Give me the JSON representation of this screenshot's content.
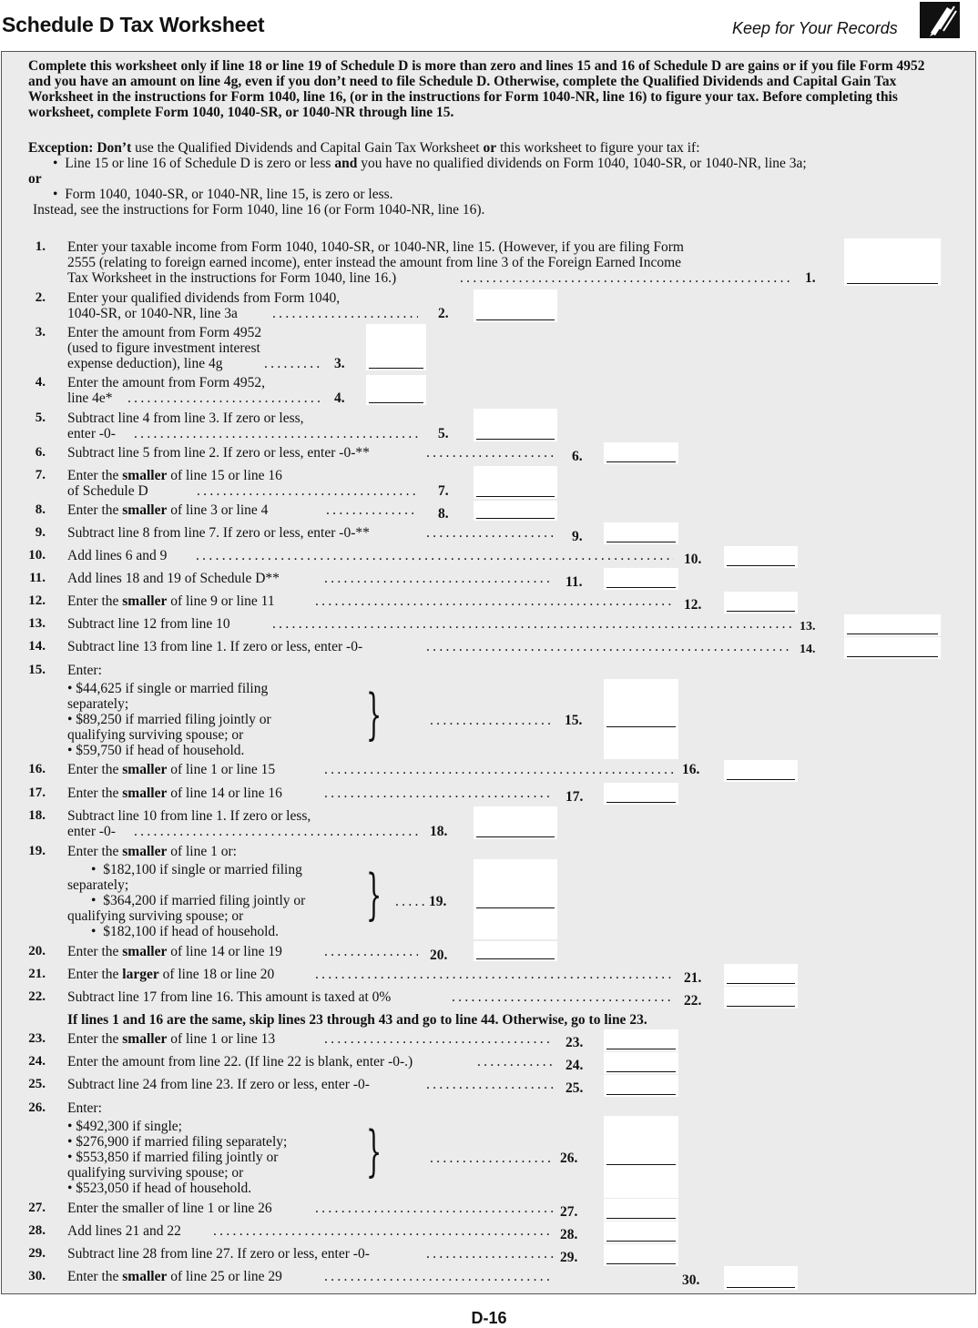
{
  "header": {
    "title": "Schedule D Tax Worksheet",
    "keep": "Keep for Your Records",
    "icon": "pencil-icon"
  },
  "intro": {
    "paragraph": "Complete this worksheet only if line 18 or line 19 of Schedule D is more than zero and lines 15 and 16 of Schedule D are gains or if you file Form 4952 and you have an amount on line 4g, even if you don’t need to file Schedule D. Otherwise, complete the Qualified Dividends and Capital Gain Tax Worksheet in the instructions for Form 1040, line 16, (or in the instructions for Form 1040-NR, line 16) to figure your tax. Before completing this worksheet, complete Form 1040, 1040-SR, or 1040-NR through line 15.",
    "exception_bold": "Exception: Don’t",
    "exception_text_1": " use the Qualified Dividends and Capital Gain Tax Worksheet ",
    "exception_or": "or",
    "exception_text_2": " this worksheet to figure your tax if:",
    "bullet1_a": "Line 15 or line 16 of Schedule D is zero or less ",
    "bullet1_and": "and",
    "bullet1_b": " you have no qualified dividends on Form 1040, 1040-SR, or 1040-NR, line 3a;",
    "or_label": "or",
    "bullet2": "Form 1040, 1040-SR, or 1040-NR, line 15, is zero or less.",
    "instead": "Instead, see the instructions for Form 1040, line 16 (or Form 1040-NR, line 16)."
  },
  "lines": {
    "l1": {
      "num": "1.",
      "t1": "Enter your taxable income from Form 1040, 1040-SR, or 1040-NR, line 15. (However, if you are filing Form",
      "t2": "2555 (relating to foreign earned income), enter instead the amount from line 3 of the Foreign Earned Income",
      "t3": "Tax Worksheet in the instructions for Form 1040, line 16.)",
      "lbl": "1."
    },
    "l2": {
      "num": "2.",
      "t1": "Enter your qualified dividends from Form 1040,",
      "t2": "1040-SR, or 1040-NR, line 3a",
      "lbl": "2."
    },
    "l3": {
      "num": "3.",
      "t1": "Enter the amount from Form 4952",
      "t2": "(used to figure investment interest",
      "t3": "expense deduction), line 4g",
      "lbl": "3."
    },
    "l4": {
      "num": "4.",
      "t1": "Enter the amount from Form 4952,",
      "t2": "line 4e*",
      "lbl": "4."
    },
    "l5": {
      "num": "5.",
      "t1": "Subtract line 4 from line 3. If zero or less,",
      "t2": "enter -0-",
      "lbl": "5."
    },
    "l6": {
      "num": "6.",
      "t1": "Subtract line 5 from line 2. If zero or less, enter -0-**",
      "lbl": "6."
    },
    "l7": {
      "num": "7.",
      "pre": "Enter the ",
      "bold": "smaller",
      "post": " of line 15 or line 16",
      "t2": "of Schedule D",
      "lbl": "7."
    },
    "l8": {
      "num": "8.",
      "pre": "Enter the ",
      "bold": "smaller",
      "post": " of line 3 or line 4",
      "lbl": "8."
    },
    "l9": {
      "num": "9.",
      "t1": "Subtract line 8 from line 7. If zero or less, enter -0-**",
      "lbl": "9."
    },
    "l10": {
      "num": "10.",
      "t1": "Add lines 6 and 9",
      "lbl": "10."
    },
    "l11": {
      "num": "11.",
      "t1": "Add lines 18 and 19 of Schedule D**",
      "lbl": "11."
    },
    "l12": {
      "num": "12.",
      "pre": "Enter the ",
      "bold": "smaller",
      "post": " of line 9 or line 11",
      "lbl": "12."
    },
    "l13": {
      "num": "13.",
      "t1": "Subtract line 12 from line 10",
      "lbl": "13."
    },
    "l14": {
      "num": "14.",
      "t1": "Subtract line 13 from line 1. If zero or less, enter -0-",
      "lbl": "14."
    },
    "l15": {
      "num": "15.",
      "t1": "Enter:",
      "b1": "• $44,625 if single or married filing",
      "b1b": "separately;",
      "b2": "• $89,250 if married filing jointly or",
      "b2b": "qualifying surviving spouse; or",
      "b3": "• $59,750 if head of household.",
      "lbl": "15."
    },
    "l16": {
      "num": "16.",
      "pre": "Enter the ",
      "bold": "smaller",
      "post": " of line 1 or line 15",
      "lbl": "16."
    },
    "l17": {
      "num": "17.",
      "pre": "Enter the ",
      "bold": "smaller",
      "post": " of line 14 or line 16",
      "lbl": "17."
    },
    "l18": {
      "num": "18.",
      "t1": "Subtract line 10 from line 1. If zero or less,",
      "t2": "enter -0-",
      "lbl": "18."
    },
    "l19": {
      "num": "19.",
      "pre": "Enter the ",
      "bold": "smaller",
      "post": " of line 1 or:",
      "b1": "$182,100 if single or married filing",
      "b1b": "separately;",
      "b2": "$364,200 if married filing jointly or",
      "b2b": "qualifying surviving spouse; or",
      "b3": "$182,100 if head of household.",
      "lbl": "19."
    },
    "l20": {
      "num": "20.",
      "pre": "Enter the ",
      "bold": "smaller",
      "post": " of line 14 or line 19",
      "lbl": "20."
    },
    "l21": {
      "num": "21.",
      "pre": "Enter the ",
      "bold": "larger",
      "post": " of line 18 or line 20",
      "lbl": "21."
    },
    "l22": {
      "num": "22.",
      "t1": "Subtract line 17 from line 16. This amount is taxed at 0%",
      "lbl": "22."
    },
    "skip_note": "If lines 1 and 16 are the same, skip lines 23 through 43 and go to line 44. Otherwise, go to line 23.",
    "l23": {
      "num": "23.",
      "pre": "Enter the ",
      "bold": "smaller",
      "post": " of line 1 or line 13",
      "lbl": "23."
    },
    "l24": {
      "num": "24.",
      "t1": "Enter the amount from line 22. (If line 22 is blank, enter -0-.)",
      "lbl": "24."
    },
    "l25": {
      "num": "25.",
      "t1": "Subtract line 24 from line 23. If zero or less, enter -0-",
      "lbl": "25."
    },
    "l26": {
      "num": "26.",
      "t1": "Enter:",
      "b1": "• $492,300 if single;",
      "b2": "• $276,900 if married filing separately;",
      "b3": "• $553,850 if married filing jointly or",
      "b3b": "qualifying surviving spouse; or",
      "b4": "• $523,050 if head of household.",
      "lbl": "26."
    },
    "l27": {
      "num": "27.",
      "t1": "Enter the smaller of line 1 or line 26",
      "lbl": "27."
    },
    "l28": {
      "num": "28.",
      "t1": "Add lines 21 and 22",
      "lbl": "28."
    },
    "l29": {
      "num": "29.",
      "t1": "Subtract line 28 from line 27. If zero or less, enter -0-",
      "lbl": "29."
    },
    "l30": {
      "num": "30.",
      "pre": "Enter the ",
      "bold": "smaller",
      "post": " of line 25 or line 29",
      "lbl": "30."
    }
  },
  "footer": "D-16"
}
